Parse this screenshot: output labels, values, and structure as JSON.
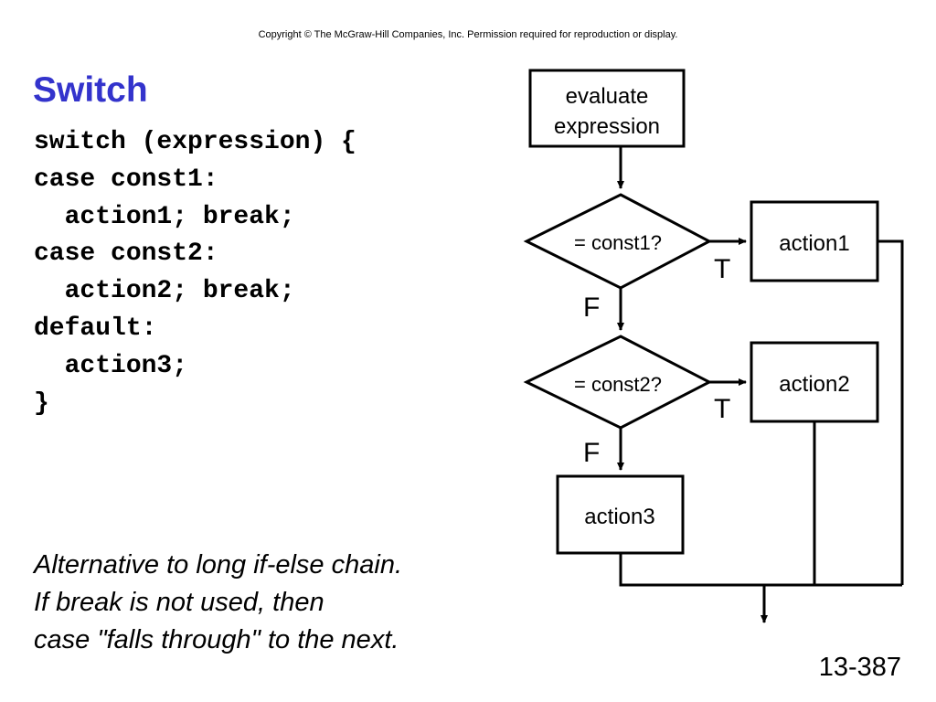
{
  "copyright": "Copyright © The McGraw-Hill Companies, Inc.  Permission required for reproduction or display.",
  "title": "Switch",
  "code_lines": [
    "switch (expression) {",
    "case const1:",
    "  action1; break;",
    "case const2:",
    "  action2; break;",
    "default:",
    "  action3;",
    "}"
  ],
  "note_lines": [
    "Alternative to long if-else chain.",
    "If break is not used, then",
    "case \"falls through\" to the next."
  ],
  "flowchart": {
    "start_box": {
      "line1": "evaluate",
      "line2": "expression"
    },
    "decision1": "= const1?",
    "decision2": "= const2?",
    "action1": "action1",
    "action2": "action2",
    "action3": "action3",
    "true_label": "T",
    "false_label": "F"
  },
  "page_number": "13-387"
}
